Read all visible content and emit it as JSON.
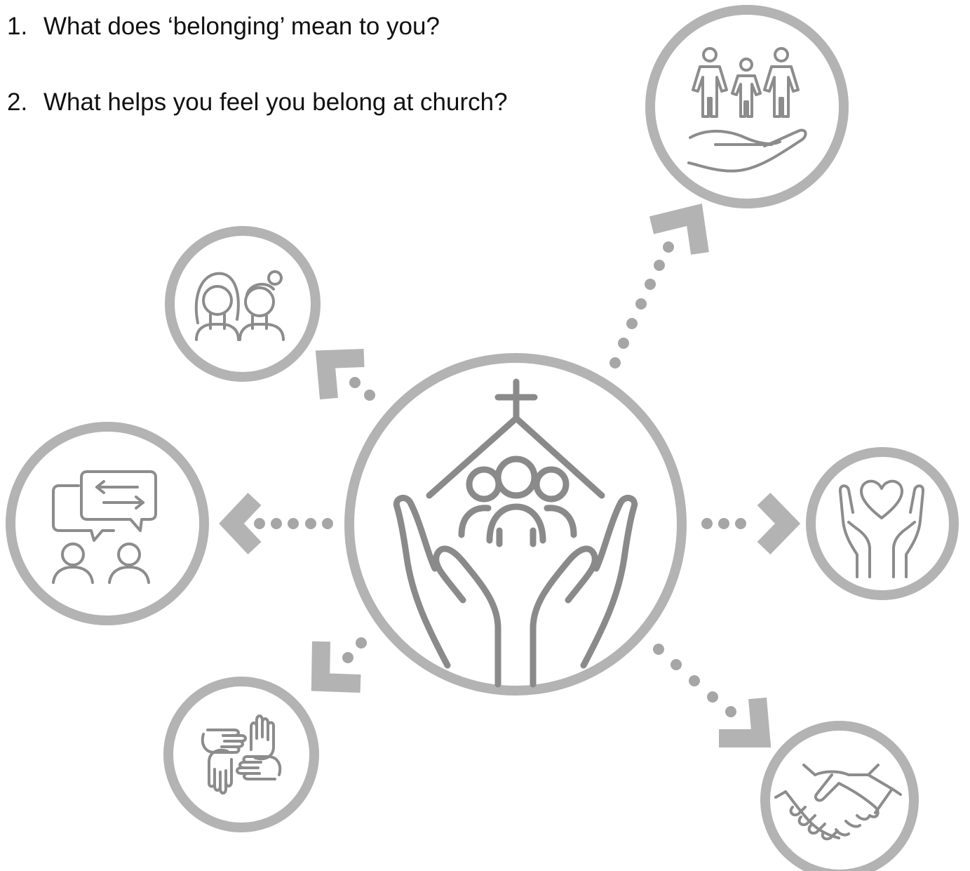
{
  "questions": [
    {
      "number": "1.",
      "text": "What does ‘belonging’ mean to you?"
    },
    {
      "number": "2.",
      "text": "What helps you feel you belong at church?"
    }
  ],
  "colors": {
    "ring": "#b3b3b3",
    "icon": "#8c8c8c",
    "dots": "#a6a6a6",
    "text": "#111111"
  },
  "icons": {
    "center": "church-community-hands-icon",
    "top_right": "family-in-hand-icon",
    "upper_left": "two-women-icon",
    "left": "conversation-exchange-icon",
    "right": "heart-in-hands-icon",
    "lower_left": "interlocked-hands-icon",
    "lower_right": "handshake-icon"
  }
}
